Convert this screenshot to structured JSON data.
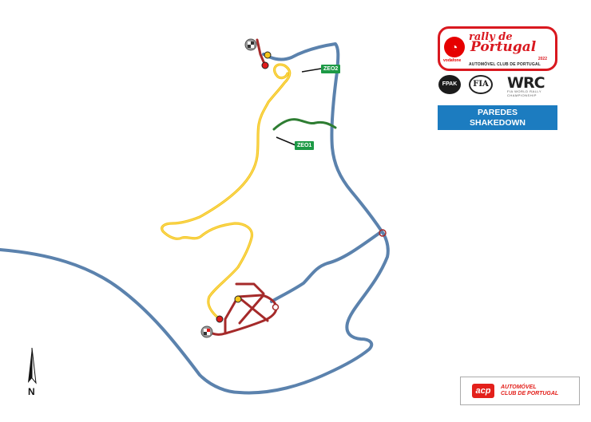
{
  "event": {
    "name_line1": "rally de",
    "name_line2": "Portugal",
    "year": "2022",
    "organizer": "AUTOMÓVEL CLUB DE PORTUGAL",
    "sponsor_mark": "vodafone"
  },
  "partners": {
    "fpak": "FPAK",
    "fia": "FIA",
    "wrc": "WRC",
    "wrc_sub": "FIA WORLD RALLY CHAMPIONSHIP"
  },
  "stage": {
    "line1": "PAREDES",
    "line2": "SHAKEDOWN"
  },
  "acp_logo": {
    "mark": "acp",
    "line1": "AUTOMÓVEL",
    "line2": "CLUB DE PORTUGAL"
  },
  "zones": [
    {
      "label": "ZEO2"
    },
    {
      "label": "ZEO1"
    }
  ],
  "compass": {
    "label": "N"
  },
  "colors": {
    "road": "#5b82ad",
    "stage_route": "#f6c61b",
    "liaison_route": "#a52a2a",
    "service_road": "#2e7d32",
    "zone_tag": "#1d9a46",
    "stage_banner": "#1c7cc0",
    "brand_red": "#d9181f"
  }
}
